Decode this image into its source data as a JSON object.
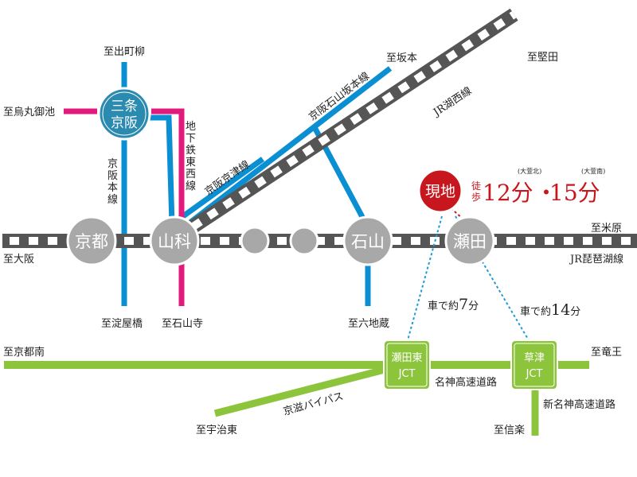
{
  "stations": {
    "kyoto": "京都",
    "yamashina": "山科",
    "ishiyama": "石山",
    "seta": "瀬田",
    "sanjo_keihan": [
      "三条",
      "京阪"
    ]
  },
  "rail_lines": {
    "jr_kosei": "JR湖西線",
    "jr_biwako": "JR琵琶湖線",
    "keihan_keishin": "京阪京津線",
    "keihan_ishiyama_sakamoto": "京阪石山坂本線",
    "keihan_honsen": [
      "京",
      "阪",
      "本",
      "線"
    ],
    "subway_tozai": [
      "地",
      "下",
      "鉄",
      "東",
      "西",
      "線"
    ]
  },
  "destinations": {
    "demachiyanagi": "至出町柳",
    "karasuma_oike": "至烏丸御池",
    "sakamoto": "至坂本",
    "katata": "至堅田",
    "osaka": "至大阪",
    "maibara": "至米原",
    "yodoyabashi": "至淀屋橋",
    "ishiyamadera": "至石山寺",
    "rokujizo": "至六地蔵",
    "kyoto_minami": "至京都南",
    "ryuo": "至竜王",
    "uji_higashi": "至宇治東",
    "shigaraki": "至信楽"
  },
  "roads": {
    "meishin": "名神高速道路",
    "shin_meishin": "新名神高速道路",
    "keiji_bypass": "京滋バイパス",
    "seta_higashi_jct": [
      "瀬田東",
      "JCT"
    ],
    "kusatsu_jct": [
      "草津",
      "JCT"
    ]
  },
  "site": {
    "label": "現地",
    "walk": [
      "徒",
      "歩"
    ],
    "time1": "12分",
    "separator": "・",
    "time2": "15分",
    "note1": "(大萱北)",
    "note2": "(大萱南)"
  },
  "drive": {
    "to_seta_higashi_prefix": "車で約",
    "to_seta_higashi_num": "7",
    "to_seta_higashi_unit": "分",
    "to_kusatsu_prefix": "車で約",
    "to_kusatsu_num": "14",
    "to_kusatsu_unit": "分"
  },
  "colors": {
    "jr_track": "#555555",
    "keihan": "#0b8fd3",
    "subway": "#e3197d",
    "road": "#8cc43c",
    "station": "#a8a8a8",
    "sanjo": "#2a8ab0",
    "site": "#c8161e"
  }
}
